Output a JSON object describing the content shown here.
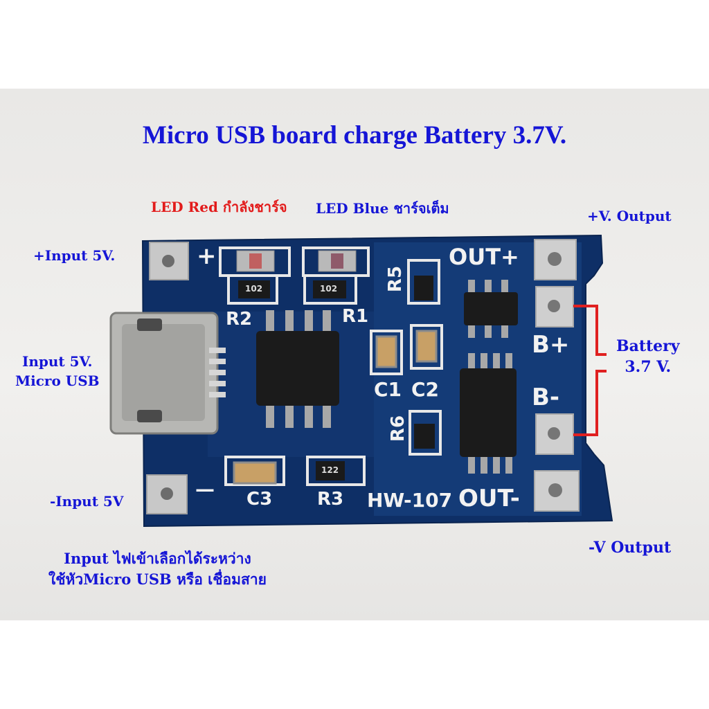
{
  "title": "Micro USB board charge Battery 3.7V.",
  "labels": {
    "led_red": "LED Red กำลังชาร์จ",
    "led_blue": "LED Blue ชาร์จเต็ม",
    "v_output_plus": "+V. Output",
    "input_plus": "+Input 5V.",
    "input_usb_line1": "Input 5V.",
    "input_usb_line2": "Micro USB",
    "battery_line1": "Battery",
    "battery_line2": "3.7 V.",
    "input_minus": "-Input 5V",
    "v_output_minus": "-V Output",
    "note_line1": "Input ไฟเข้าเลือกได้ระหว่าง",
    "note_line2": "ใช้หัวMicro USB หรือ เชื่อมสาย"
  },
  "board": {
    "silkscreen": {
      "out_plus": "OUT+",
      "out_minus": "OUT-",
      "b_plus": "B+",
      "b_minus": "B-",
      "model": "HW-107",
      "r1": "R1",
      "r2": "R2",
      "r3": "R3",
      "r5": "R5",
      "r6": "R6",
      "c1": "C1",
      "c2": "C2",
      "c3": "C3",
      "plus": "+",
      "minus": "—",
      "res_102_a": "102",
      "res_102_b": "102",
      "res_122": "122"
    }
  },
  "colors": {
    "label_blue": "#1515d6",
    "label_red": "#e21b1b",
    "pcb_blue": "#0e2f66",
    "bracket_red": "#e02020"
  }
}
